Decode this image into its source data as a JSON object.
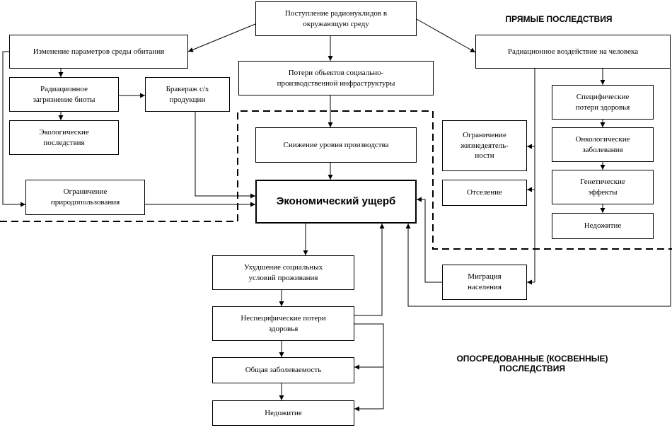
{
  "boxes": {
    "source": "Поступление радионуклидов в\nокружающую среду",
    "env_change": "Изменение параметров среды обитания",
    "rad_impact": "Радиационное воздействие на человека",
    "infra_loss": "Потери объектов социально-\nпроизводственной инфраструктуры",
    "biota": "Радиационное\nзагрязнение биоты",
    "reject": "Бракераж с/х\nпродукции",
    "eco": "Экологические\nпоследствия",
    "production": "Снижение уровня производства",
    "nature_use": "Ограничение\nприродопользования",
    "damage": "Экономический ущерб",
    "life_limit": "Ограничение\nжизнедеятель-\nности",
    "resettle": "Отселение",
    "specific": "Специфические\nпотери здоровья",
    "onco": "Онкологические\nзаболевания",
    "genetic": "Генетические\nэффекты",
    "underlife_r": "Недожитие",
    "migration": "Миграция\nнаселения",
    "social": "Ухудшение социальных\nусловий проживания",
    "nonspecific": "Неспецифические потери\nздоровья",
    "morbidity": "Общая заболеваемость",
    "underlife_b": "Недожитие"
  },
  "labels": {
    "direct": "ПРЯМЫЕ ПОСЛЕДСТВИЯ",
    "indirect": "ОПОСРЕДОВАННЫЕ (КОСВЕННЫЕ)\nПОСЛЕДСТВИЯ"
  }
}
